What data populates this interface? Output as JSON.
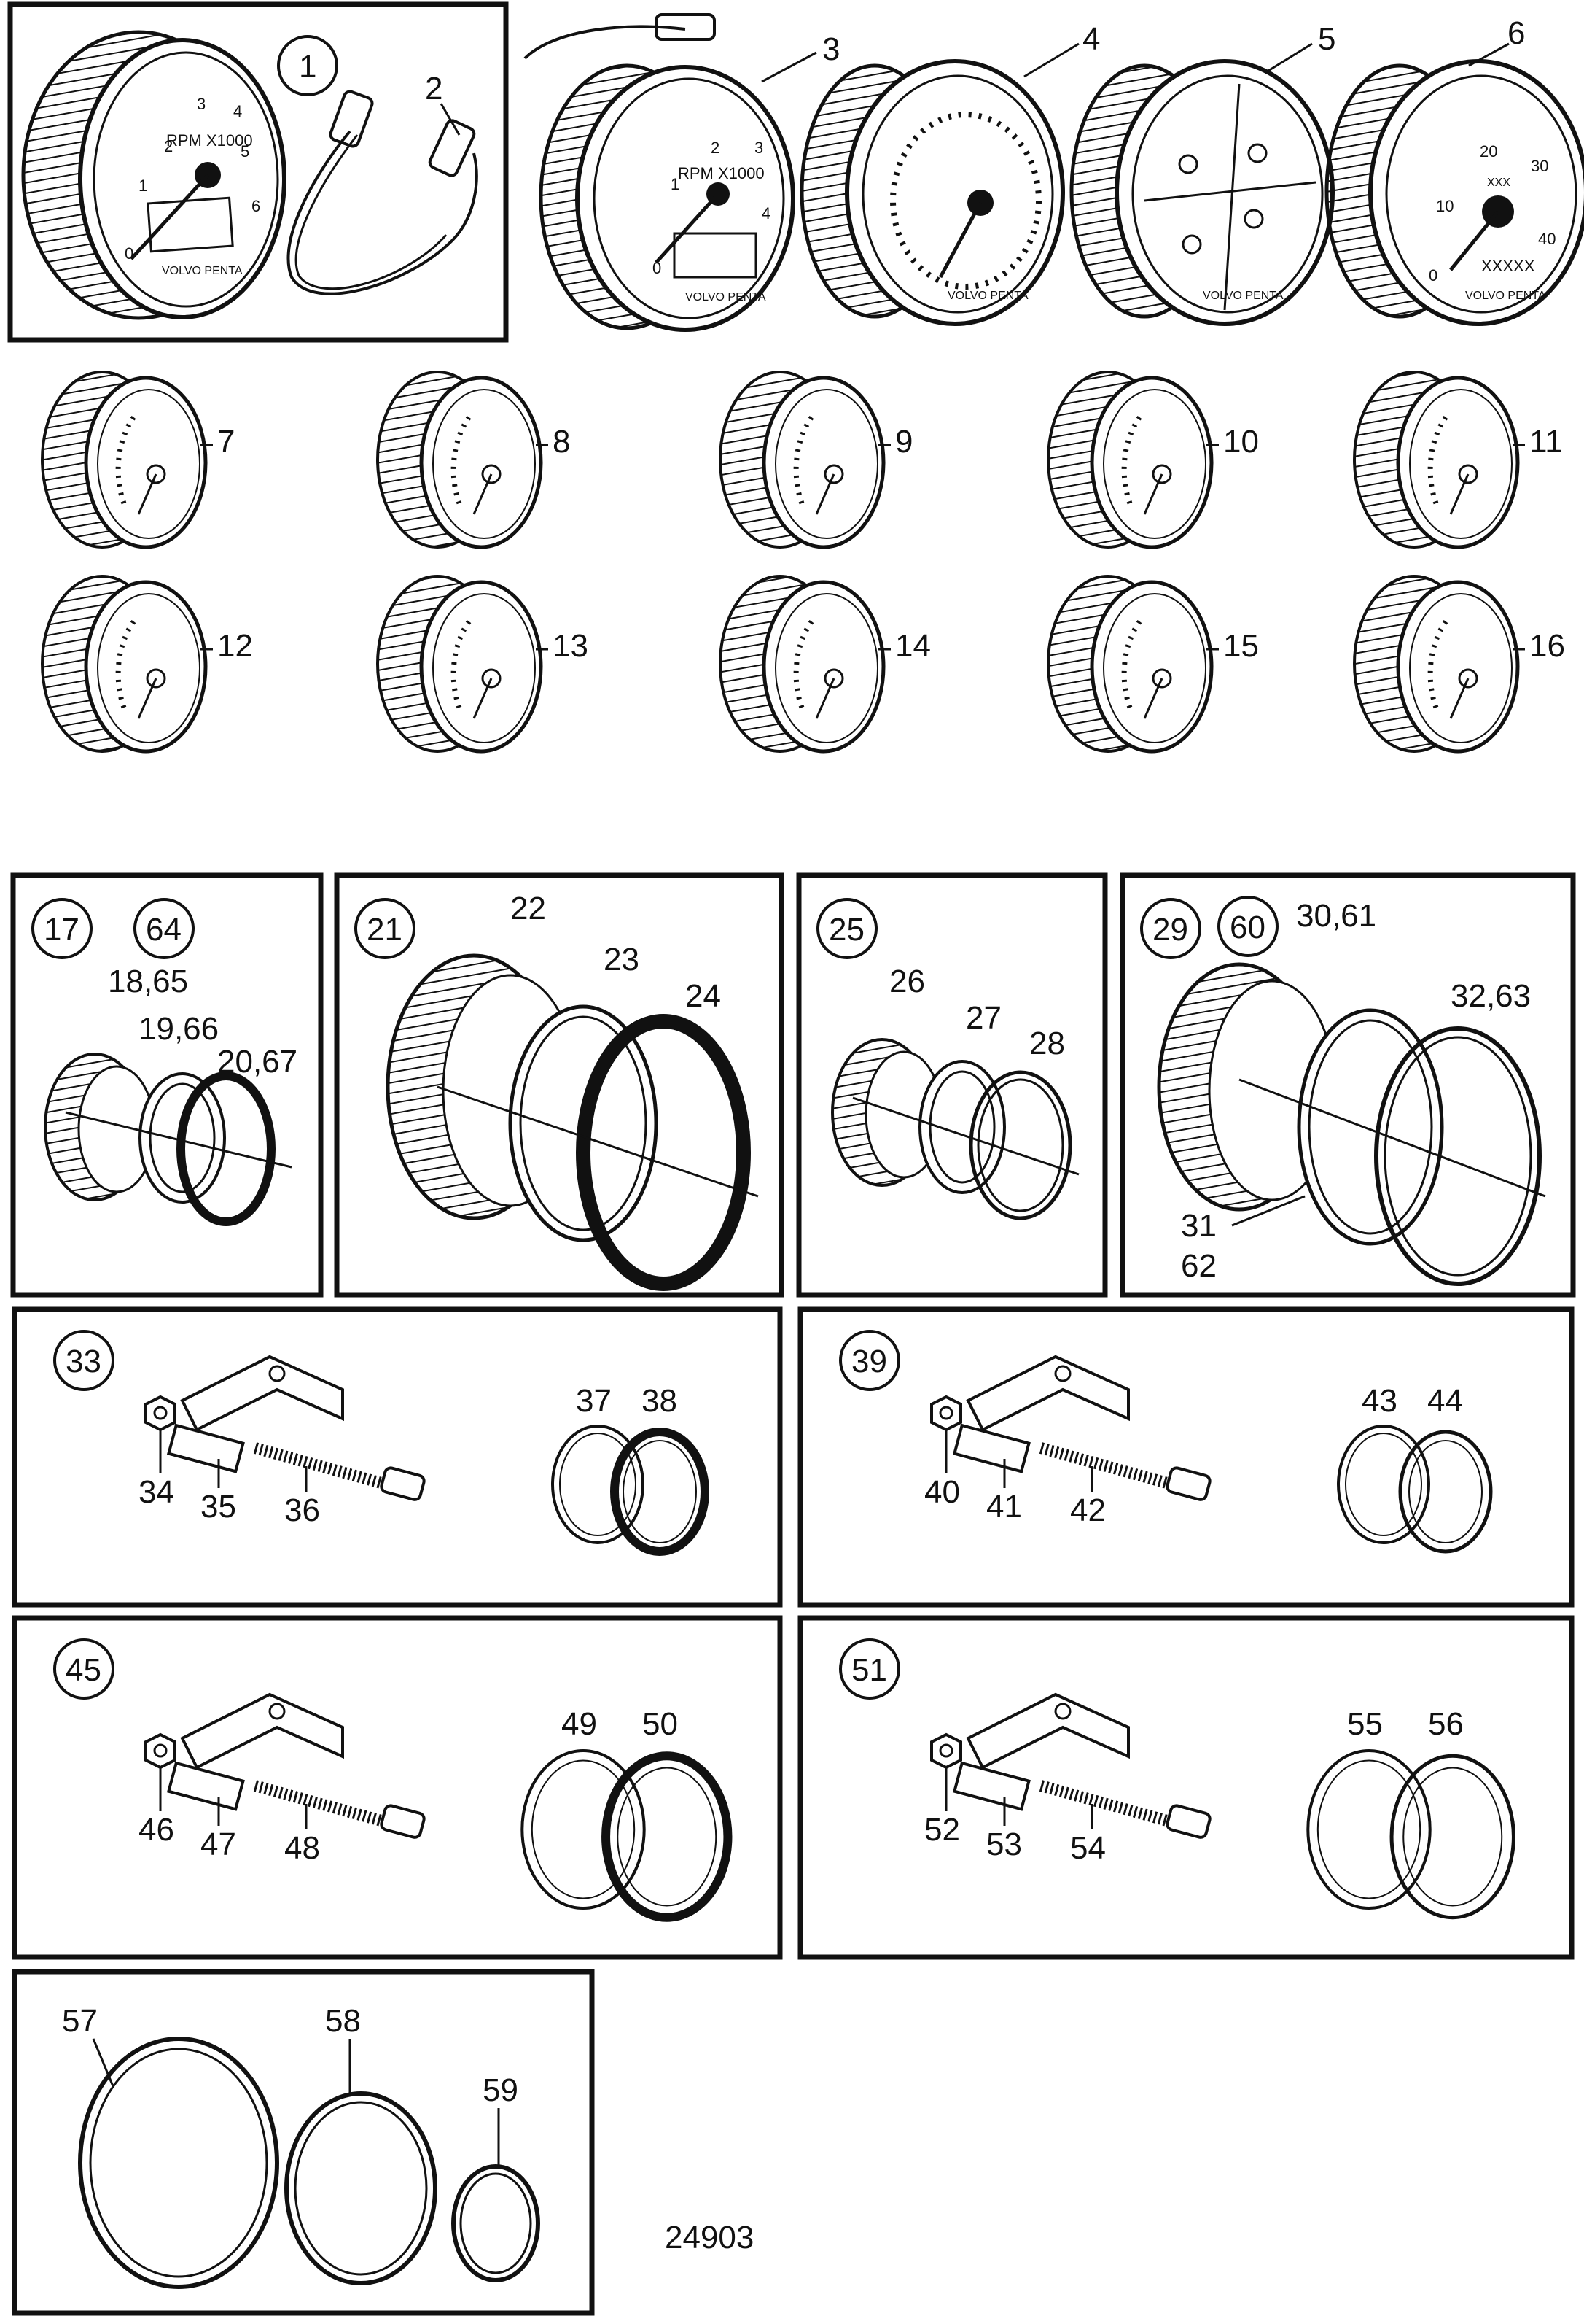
{
  "figure_number": "24903",
  "colors": {
    "ink": "#111111",
    "paper": "#ffffff"
  },
  "dial_text": {
    "rpm": "RPM X1000",
    "brand": "VOLVO PENTA",
    "xxxxx": "XXXXX",
    "xxx": "XXX"
  },
  "top_gauges": [
    {
      "id": "g1",
      "callout": "1",
      "label_2": "2",
      "ticks": [
        "0",
        "1",
        "2",
        "3",
        "4",
        "5",
        "6"
      ],
      "type": "tachometer-6"
    },
    {
      "id": "g3",
      "callout": "3",
      "ticks": [
        "0",
        "1",
        "2",
        "3",
        "4"
      ],
      "type": "tachometer-4"
    },
    {
      "id": "g4",
      "callout": "4",
      "type": "speedometer"
    },
    {
      "id": "g5",
      "callout": "5",
      "type": "multi-gauge"
    },
    {
      "id": "g6",
      "callout": "6",
      "ticks": [
        "0",
        "10",
        "20",
        "30",
        "40"
      ],
      "type": "speedometer-40"
    }
  ],
  "small_gauges_row1": [
    {
      "callout": "7",
      "type": "fuel"
    },
    {
      "callout": "8",
      "type": "clock"
    },
    {
      "callout": "9",
      "type": "temperature"
    },
    {
      "callout": "10",
      "type": "fuel-level"
    },
    {
      "callout": "11",
      "type": "volt"
    }
  ],
  "small_gauges_row2": [
    {
      "callout": "12",
      "type": "warning"
    },
    {
      "callout": "13",
      "type": "pressure"
    },
    {
      "callout": "14",
      "type": "trim"
    },
    {
      "callout": "15",
      "type": "volt-2"
    },
    {
      "callout": "16",
      "type": "pressure-2"
    }
  ],
  "ring_boxes": [
    {
      "id": "b17",
      "circles": [
        "17",
        "64"
      ],
      "labels": [
        "18,65",
        "19,66",
        "20,67"
      ]
    },
    {
      "id": "b21",
      "circles": [
        "21"
      ],
      "labels": [
        "22",
        "23",
        "24"
      ]
    },
    {
      "id": "b25",
      "circles": [
        "25"
      ],
      "labels": [
        "26",
        "27",
        "28"
      ]
    },
    {
      "id": "b29",
      "circles": [
        "29",
        "60"
      ],
      "labels": [
        "30,61",
        "32,63",
        "31",
        "62"
      ]
    }
  ],
  "bracket_boxes": [
    {
      "id": "b33",
      "circle": "33",
      "labels": [
        "34",
        "35",
        "36",
        "37",
        "38"
      ]
    },
    {
      "id": "b39",
      "circle": "39",
      "labels": [
        "40",
        "41",
        "42",
        "43",
        "44"
      ]
    },
    {
      "id": "b45",
      "circle": "45",
      "labels": [
        "46",
        "47",
        "48",
        "49",
        "50"
      ]
    },
    {
      "id": "b51",
      "circle": "51",
      "labels": [
        "52",
        "53",
        "54",
        "55",
        "56"
      ]
    }
  ],
  "seal_box": {
    "labels": [
      "57",
      "58",
      "59"
    ]
  }
}
